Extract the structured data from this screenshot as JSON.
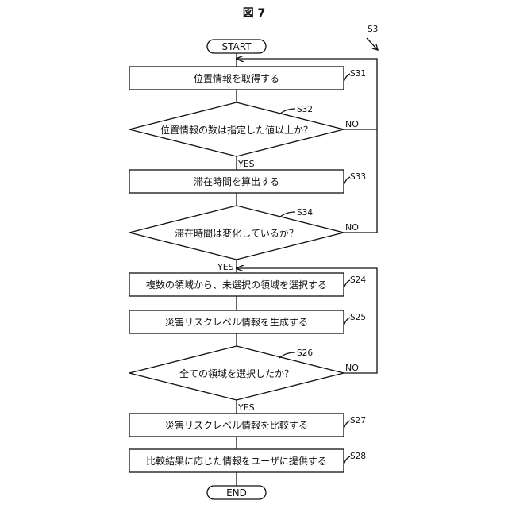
{
  "figure": {
    "title": "図 7",
    "reference": "S3"
  },
  "terminals": {
    "start": "START",
    "end": "END"
  },
  "steps": {
    "s31": {
      "id": "S31",
      "text": "位置情報を取得する"
    },
    "s32": {
      "id": "S32",
      "text": "位置情報の数は指定した値以上か？"
    },
    "s33": {
      "id": "S33",
      "text": "滞在時間を算出する"
    },
    "s34": {
      "id": "S34",
      "text": "滞在時間は変化しているか？"
    },
    "s24": {
      "id": "S24",
      "text": "複数の領域から、未選択の領域を選択する"
    },
    "s25": {
      "id": "S25",
      "text": "災害リスクレベル情報を生成する"
    },
    "s26": {
      "id": "S26",
      "text": "全ての領域を選択したか？"
    },
    "s27": {
      "id": "S27",
      "text": "災害リスクレベル情報を比較する"
    },
    "s28": {
      "id": "S28",
      "text": "比較結果に応じた情報をユーザに提供する"
    }
  },
  "branches": {
    "yes": "YES",
    "no": "NO"
  }
}
